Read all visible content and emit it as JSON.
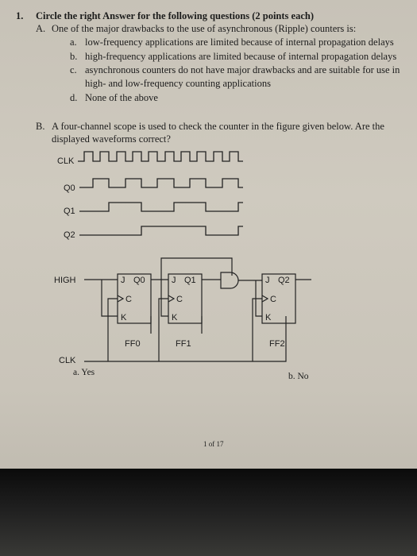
{
  "question": {
    "number": "1.",
    "title": "Circle the right Answer for the following questions (2 points each)"
  },
  "partA": {
    "label": "A.",
    "text": "One of the major drawbacks to the use of asynchronous (Ripple) counters is:",
    "options": [
      {
        "letter": "a.",
        "text": "low-frequency applications are limited because of internal propagation delays"
      },
      {
        "letter": "b.",
        "text": "high-frequency applications are limited because of internal propagation delays"
      },
      {
        "letter": "c.",
        "text": "asynchronous counters do not have major drawbacks and are suitable for use in",
        "cont": "high- and low-frequency counting applications"
      },
      {
        "letter": "d.",
        "text": "None of the above"
      }
    ]
  },
  "partB": {
    "label": "B.",
    "line1": "A four-channel scope is used to check the counter in the figure given below. Are the",
    "line2": "displayed waveforms correct?"
  },
  "waveforms": {
    "labels": [
      "CLK",
      "Q0",
      "Q1",
      "Q2"
    ]
  },
  "circuit": {
    "high": "HIGH",
    "clk": "CLK",
    "j": "J",
    "k": "K",
    "c": "C",
    "q0": "Q0",
    "q1": "Q1",
    "q2": "Q2",
    "ff0": "FF0",
    "ff1": "FF1",
    "ff2": "FF2"
  },
  "answers": {
    "a": "a.  Yes",
    "b": "b. No"
  },
  "page": "1 of 17",
  "colors": {
    "paper": "#cfcabf",
    "ink": "#1c1c1c",
    "bottom": "#111111"
  }
}
